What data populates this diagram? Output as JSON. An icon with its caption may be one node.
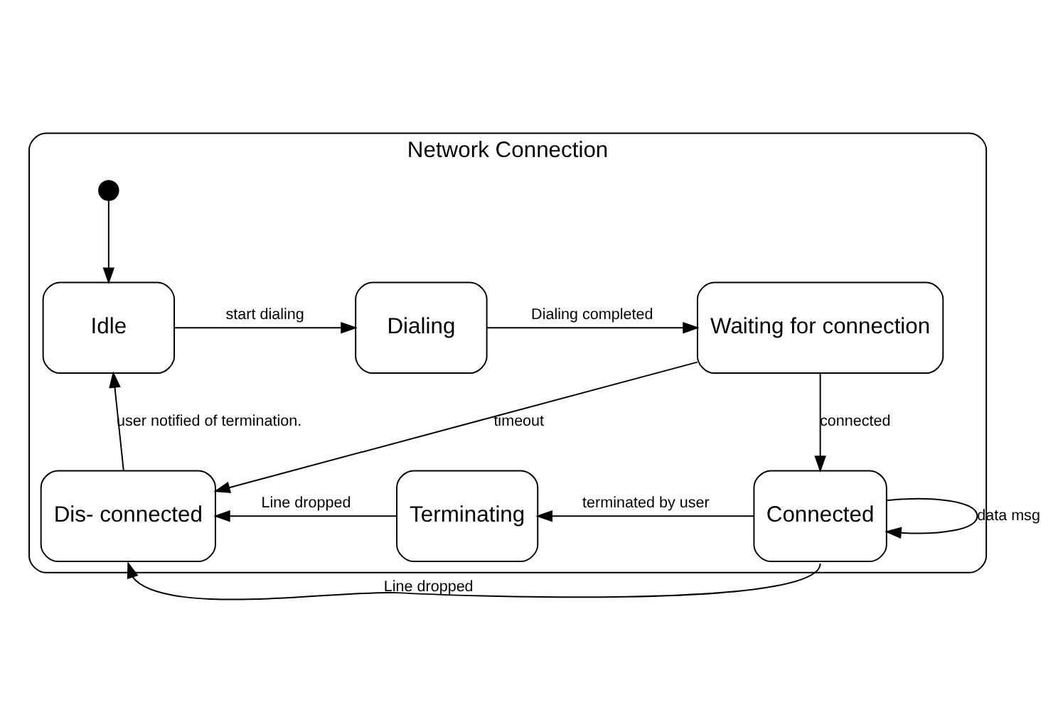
{
  "diagram": {
    "nodes": [
      {
        "text": [
          "Network Connection"
        ]
      },
      {
        "text": [],
        "shape": "circle",
        "in": 0
      },
      {
        "text": [
          "Idle"
        ],
        "in": 0
      },
      {
        "text": [
          "Dialing"
        ],
        "in": 0
      },
      {
        "text": [
          "Waiting for connection"
        ],
        "in": 0
      },
      {
        "text": [
          "Dis- connected"
        ],
        "in": 0
      },
      {
        "text": [
          "Terminating"
        ],
        "in": 0
      },
      {
        "text": [
          "Connected"
        ],
        "in": 0
      }
    ],
    "edges": [
      {
        "from": 1,
        "to": 2,
        "arrow": "to"
      },
      {
        "from": 2,
        "to": 3,
        "arrow": "to",
        "label": "start dialing"
      },
      {
        "from": 3,
        "to": 4,
        "arrow": "to",
        "label": "Dialing completed"
      },
      {
        "from": 4,
        "to": 5,
        "arrow": "to",
        "label": "timeout"
      },
      {
        "from": 4,
        "to": 7,
        "arrow": "to",
        "label": "connected"
      },
      {
        "from": 7,
        "to": 6,
        "arrow": "to",
        "label": "terminated by user"
      },
      {
        "from": 6,
        "to": 5,
        "arrow": "to",
        "label": "Line dropped"
      },
      {
        "from": 7,
        "to": 5,
        "arrow": "to",
        "label": "Line dropped"
      },
      {
        "from": 7,
        "to": 7,
        "arrow": "to",
        "label": "data msg"
      },
      {
        "from": 5,
        "to": 2,
        "arrow": "to",
        "label": "user notified of termination."
      }
    ]
  }
}
